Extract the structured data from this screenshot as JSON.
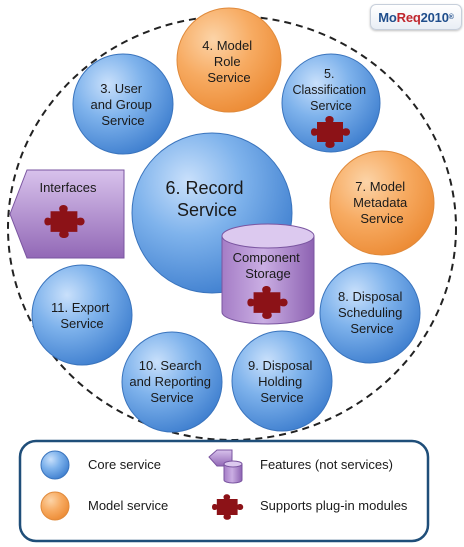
{
  "logo": {
    "part1": "Mo",
    "part2": "Req",
    "part3": "2010",
    "trademark": "®"
  },
  "services": {
    "model_role": [
      "4. Model",
      "Role",
      "Service"
    ],
    "user_group": [
      "3. User",
      "and Group",
      "Service"
    ],
    "classification": [
      "5.",
      "Classification",
      "Service"
    ],
    "record": [
      "6. Record",
      "Service"
    ],
    "interfaces": [
      "Interfaces"
    ],
    "model_metadata": [
      "7. Model",
      "Metadata",
      "Service"
    ],
    "component_storage": [
      "Component",
      "Storage"
    ],
    "export": [
      "11. Export",
      "Service"
    ],
    "disposal_scheduling": [
      "8. Disposal",
      "Scheduling",
      "Service"
    ],
    "search_reporting": [
      "10. Search",
      "and Reporting",
      "Service"
    ],
    "disposal_holding": [
      "9. Disposal",
      "Holding",
      "Service"
    ]
  },
  "legend": {
    "core_service": "Core service",
    "model_service": "Model service",
    "features": "Features (not services)",
    "plugin": "Supports plug-in modules"
  },
  "colors": {
    "core": "#5b9ae0",
    "model": "#f5a25a",
    "feature": "#a67fc4",
    "plugin": "#8c1217",
    "border": "#1f4e79"
  }
}
